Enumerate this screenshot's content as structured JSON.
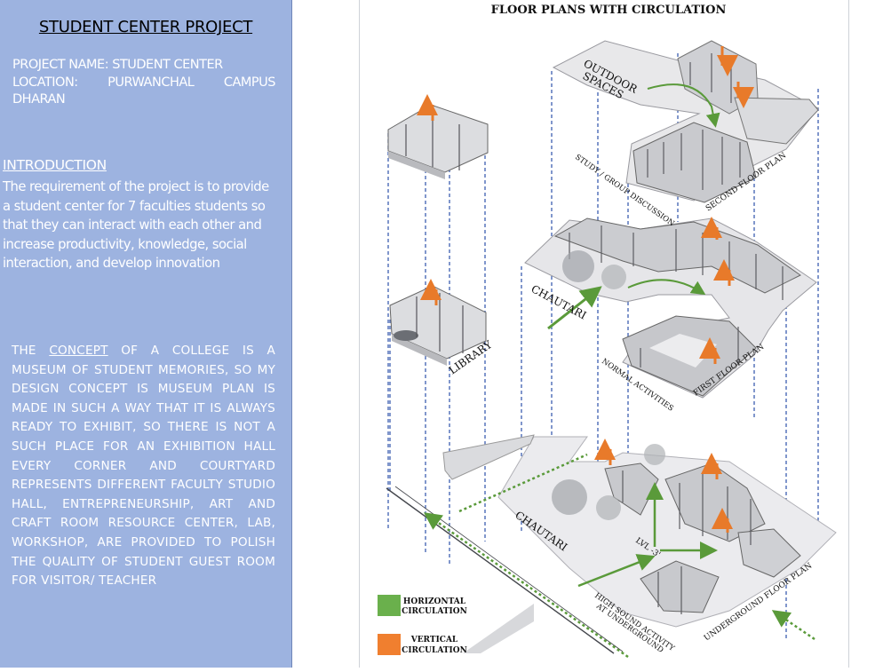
{
  "left_panel": {
    "title": "STUDENT CENTER  PROJECT",
    "project_name": "PROJECT NAME: STUDENT CENTER",
    "location_label": "LOCATION:",
    "location_mid": "PURWANCHAL",
    "location_end": "CAMPUS",
    "location_city": "DHARAN",
    "intro_heading": "INTRODUCTION",
    "intro_text": "The requirement of the project is to provide a student center for 7 faculties students so that they can interact with each other and increase productivity, knowledge, social interaction, and develop innovation",
    "concept_pre": "THE ",
    "concept_word": "CONCEPT",
    "concept_post": " OF A COLLEGE IS A MUSEUM OF STUDENT MEMORIES, SO MY DESIGN CONCEPT IS MUSEUM PLAN IS MADE IN SUCH A WAY THAT IT IS ALWAYS READY TO EXHIBIT, SO THERE IS NOT A SUCH PLACE FOR AN EXHIBITION HALL EVERY CORNER AND COURTYARD REPRESENTS DIFFERENT FACULTY STUDIO HALL, ENTREPRENEURSHIP, ART AND CRAFT ROOM RESOURCE CENTER, LAB, WORKSHOP, ARE PROVIDED TO POLISH THE QUALITY OF STUDENT GUEST ROOM FOR VISITOR/ TEACHER"
  },
  "drawing": {
    "title": "FLOOR PLANS WITH CIRCULATION",
    "labels": {
      "outdoor1": "OUTDOOR",
      "outdoor2": "SPACES",
      "study": "STUDY / GROUP DISCUSSION",
      "second_floor": "SECOND FLOOR PLAN",
      "chautari_upper": "CHAUTARI",
      "library": "LIBRARY",
      "normal": "NORMAL ACTIVITIES",
      "first_floor": "FIRST FLOOR PLAN",
      "chautari_lower": "CHAUTARI",
      "lvl": "LVL -3'",
      "high1": "HIGH SOUND ACTIVITY",
      "high2": "AT UNDERGROUND",
      "underground": "UNDERGROUND FLOOR PLAN"
    },
    "legend": {
      "horizontal1": "HORIZONTAL",
      "horizontal2": "CIRCULATION",
      "vertical1": "VERTICAL",
      "vertical2": "CIRCULATION",
      "horizontal_color": "#6ab04c",
      "vertical_color": "#f07f2f"
    }
  }
}
